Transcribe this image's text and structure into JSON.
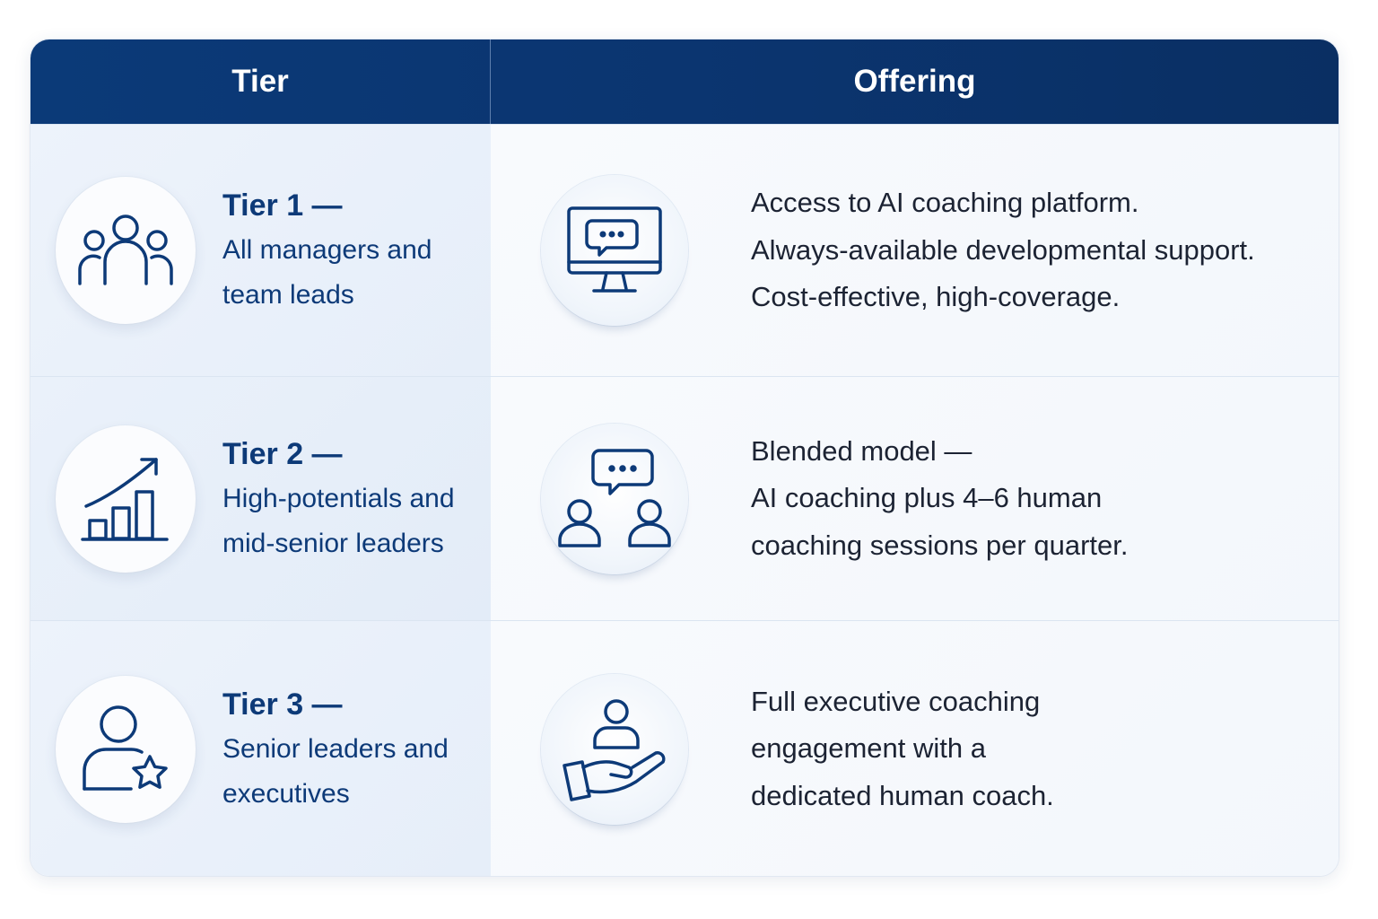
{
  "header": {
    "tier_label": "Tier",
    "offering_label": "Offering"
  },
  "rows": [
    {
      "tier_title": "Tier 1 —",
      "tier_desc_lines": [
        "All managers and",
        "team leads"
      ],
      "tier_icon": "people-group-icon",
      "offer_icon": "monitor-chat-icon",
      "offer_lines": [
        "Access to AI coaching platform.",
        "Always-available developmental support.",
        "Cost-effective, high-coverage."
      ]
    },
    {
      "tier_title": "Tier 2 —",
      "tier_desc_lines": [
        "High-potentials and",
        "mid-senior leaders"
      ],
      "tier_icon": "growth-chart-icon",
      "offer_icon": "two-people-chat-icon",
      "offer_lines": [
        "Blended model —",
        "AI coaching plus 4–6 human",
        "coaching sessions per quarter."
      ]
    },
    {
      "tier_title": "Tier 3 —",
      "tier_desc_lines": [
        "Senior leaders and",
        "executives"
      ],
      "tier_icon": "person-star-icon",
      "offer_icon": "hand-person-icon",
      "offer_lines": [
        "Full executive coaching",
        "engagement with a",
        "dedicated human coach."
      ]
    }
  ],
  "colors": {
    "header_bg": "#0b3a78",
    "accent_text": "#0d3a78",
    "body_text": "#1c2333",
    "icon_stroke": "#0d3a78"
  }
}
